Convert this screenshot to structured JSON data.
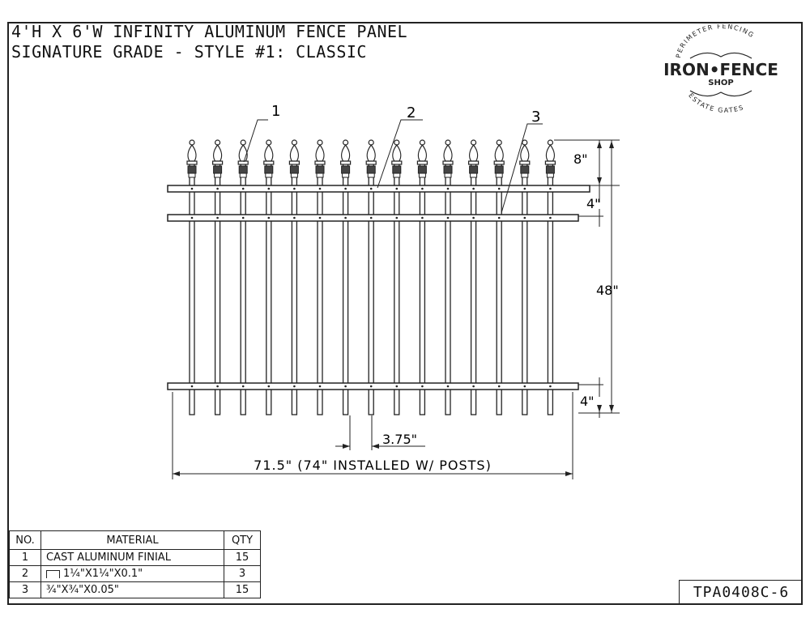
{
  "title": {
    "line1": "4'H X 6'W INFINITY ALUMINUM FENCE PANEL",
    "line2": "SIGNATURE GRADE - STYLE #1: CLASSIC"
  },
  "logo": {
    "arc_top": "PERIMETER FENCING",
    "main": "IRON•FENCE",
    "sub": "SHOP",
    "arc_bottom": "ESTATE GATES"
  },
  "callouts": [
    "1",
    "2",
    "3"
  ],
  "dimensions": {
    "finial_height": "8\"",
    "top_rail_gap": "4\"",
    "panel_height": "48\"",
    "bottom_gap": "4\"",
    "picket_spacing": "3.75\"",
    "panel_width": "71.5\" (74\" INSTALLED W/ POSTS)"
  },
  "bom": {
    "headers": {
      "no": "NO.",
      "material": "MATERIAL",
      "qty": "QTY"
    },
    "rows": [
      {
        "no": "1",
        "material": "CAST ALUMINUM FINIAL",
        "qty": "15"
      },
      {
        "no": "2",
        "material": "1¼\"X1¼\"X0.1\"",
        "qty": "3"
      },
      {
        "no": "3",
        "material": "¾\"X¾\"X0.05\"",
        "qty": "15"
      }
    ]
  },
  "part_number": "TPA0408C-6",
  "diagram": {
    "picket_count": 15
  }
}
